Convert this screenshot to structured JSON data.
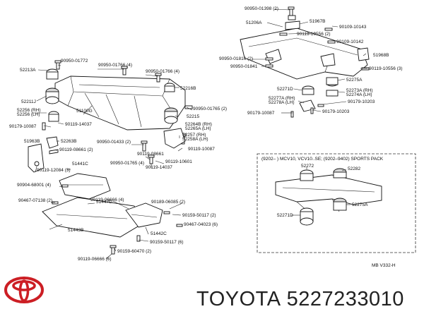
{
  "brand": {
    "name": "TOYOTA",
    "part_number": "5227233010"
  },
  "logo": {
    "color": "#cc1e24",
    "icon": "toyota-logo-icon"
  },
  "inset": {
    "title": "(9202–   ) MCV10, VCV10..SE; (9202–9402) SPORTS  PACK"
  },
  "footer_code": "MB  V332-H",
  "labels": [
    {
      "id": "l1",
      "text": "52213A"
    },
    {
      "id": "l2",
      "text": "90950-01772"
    },
    {
      "id": "l3",
      "text": "90950-01766 (4)"
    },
    {
      "id": "l4",
      "text": "90950-01766 (4)"
    },
    {
      "id": "l5",
      "text": "52216B"
    },
    {
      "id": "l6",
      "text": "52211J"
    },
    {
      "id": "l7",
      "text": "52256 (RH)"
    },
    {
      "id": "l8",
      "text": "52256 (LH)"
    },
    {
      "id": "l9",
      "text": "51100G"
    },
    {
      "id": "l10",
      "text": "90950-01765 (2)"
    },
    {
      "id": "l11",
      "text": "52215"
    },
    {
      "id": "l12",
      "text": "90179-10087"
    },
    {
      "id": "l13",
      "text": "90119-14037"
    },
    {
      "id": "l14",
      "text": "52264B (RH)"
    },
    {
      "id": "l15",
      "text": "52265A (LH)"
    },
    {
      "id": "l16",
      "text": "52257 (RH)"
    },
    {
      "id": "l17",
      "text": "52258A (LH)"
    },
    {
      "id": "l18",
      "text": "52263B"
    },
    {
      "id": "l19",
      "text": "90950-01433 (2)"
    },
    {
      "id": "l20",
      "text": "90119-10087"
    },
    {
      "id": "l21",
      "text": "51963B"
    },
    {
      "id": "l22",
      "text": "90119-08661 (2)"
    },
    {
      "id": "l23",
      "text": "90119-08661"
    },
    {
      "id": "l24",
      "text": "90950-01765 (4)"
    },
    {
      "id": "l25",
      "text": "90119-10601"
    },
    {
      "id": "l26",
      "text": "90119-12084 (3)"
    },
    {
      "id": "l27",
      "text": "90119-14037"
    },
    {
      "id": "l28",
      "text": "51441C"
    },
    {
      "id": "l29",
      "text": "90904-68001 (4)"
    },
    {
      "id": "l30",
      "text": "51447D"
    },
    {
      "id": "l31",
      "text": "90467-07138 (2)"
    },
    {
      "id": "l32",
      "text": "90119-06666 (4)"
    },
    {
      "id": "l33",
      "text": "90189-06085 (2)"
    },
    {
      "id": "l34",
      "text": "90159-50117 (2)"
    },
    {
      "id": "l35",
      "text": "90467-04023 (6)"
    },
    {
      "id": "l36",
      "text": "51443B"
    },
    {
      "id": "l37",
      "text": "51442C"
    },
    {
      "id": "l38",
      "text": "90159-60470 (2)"
    },
    {
      "id": "l39",
      "text": "90159-50117 (6)"
    },
    {
      "id": "l40",
      "text": "90119-06666 (6)"
    },
    {
      "id": "r1",
      "text": "90950-01398 (2)"
    },
    {
      "id": "r2",
      "text": "51967B"
    },
    {
      "id": "r3",
      "text": "51206A"
    },
    {
      "id": "r4",
      "text": "90109-10143"
    },
    {
      "id": "r5",
      "text": "90119-10556 (2)"
    },
    {
      "id": "r6",
      "text": "90109-10142"
    },
    {
      "id": "r7",
      "text": "51968B"
    },
    {
      "id": "r8",
      "text": "90950-01816 (2)"
    },
    {
      "id": "r9",
      "text": "90119-10556 (3)"
    },
    {
      "id": "r10",
      "text": "90950-01841"
    },
    {
      "id": "r11",
      "text": "52275A"
    },
    {
      "id": "r12",
      "text": "52271D"
    },
    {
      "id": "r13",
      "text": "52273A (RH)"
    },
    {
      "id": "r14",
      "text": "52274A (LH)"
    },
    {
      "id": "r15",
      "text": "52277A (RH)"
    },
    {
      "id": "r16",
      "text": "52278A (LH)"
    },
    {
      "id": "r17",
      "text": "90179-10203"
    },
    {
      "id": "r18",
      "text": "90179-10087"
    },
    {
      "id": "r19",
      "text": "90179-10203"
    },
    {
      "id": "i1",
      "text": "52272"
    },
    {
      "id": "i2",
      "text": "52282"
    },
    {
      "id": "i3",
      "text": "52275A"
    },
    {
      "id": "i4",
      "text": "52271D"
    }
  ]
}
